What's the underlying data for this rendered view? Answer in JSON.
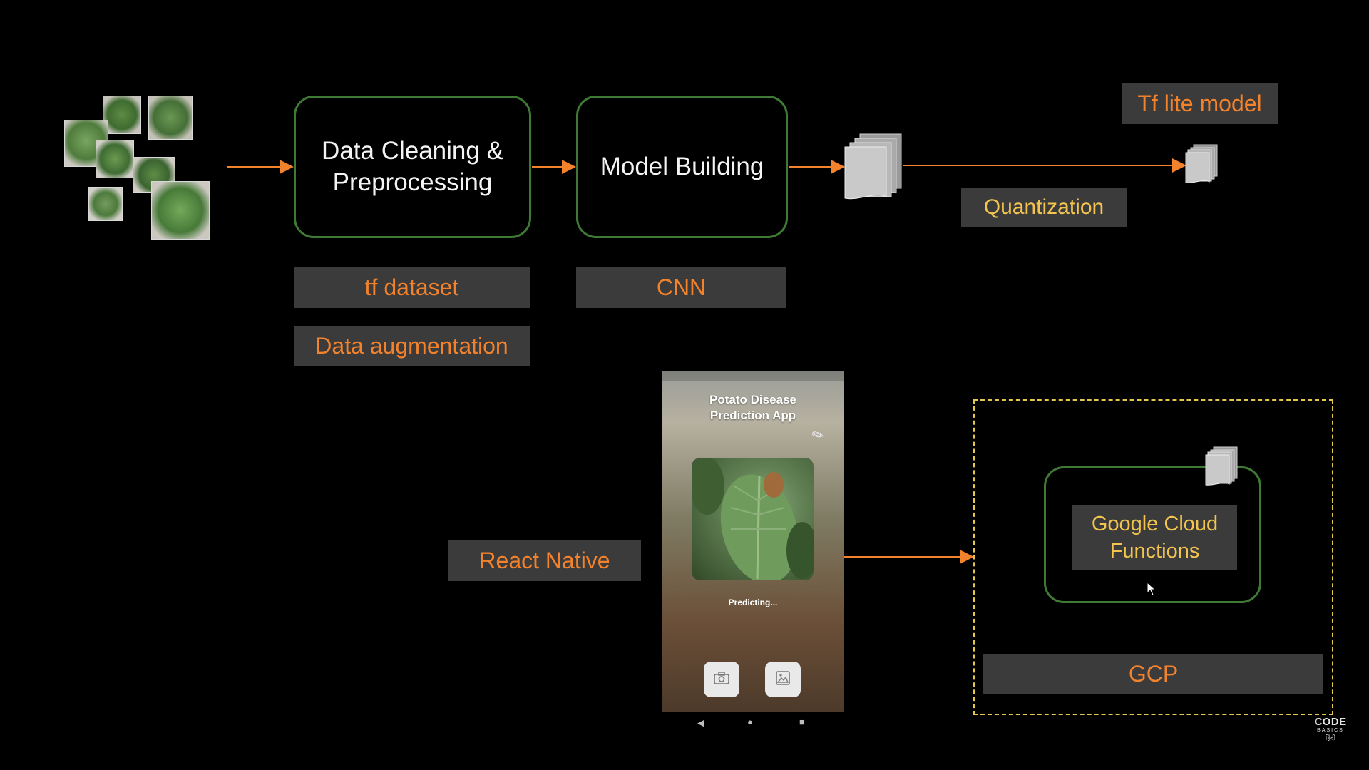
{
  "diagram": {
    "steps": {
      "data_cleaning": "Data Cleaning &\nPreprocessing",
      "model_building": "Model Building"
    },
    "labels": {
      "tf_dataset": "tf dataset",
      "cnn": "CNN",
      "data_augmentation": "Data augmentation",
      "quantization": "Quantization",
      "tf_lite_model": "Tf lite model",
      "react_native": "React Native",
      "google_cloud_functions": "Google Cloud\nFunctions",
      "gcp": "GCP"
    },
    "phone_app": {
      "title": "Potato Disease\nPrediction App",
      "status": "Predicting..."
    },
    "watermark": {
      "brand": "CODE",
      "sub": "BASICS",
      "lang": "हिंदी"
    },
    "colors": {
      "background": "#000000",
      "accent_orange": "#f2822c",
      "accent_yellow": "#f3c54f",
      "box_border_green": "#3f7a34",
      "label_bg": "#3b3b3b",
      "dashed_border": "#e3c84a"
    }
  }
}
